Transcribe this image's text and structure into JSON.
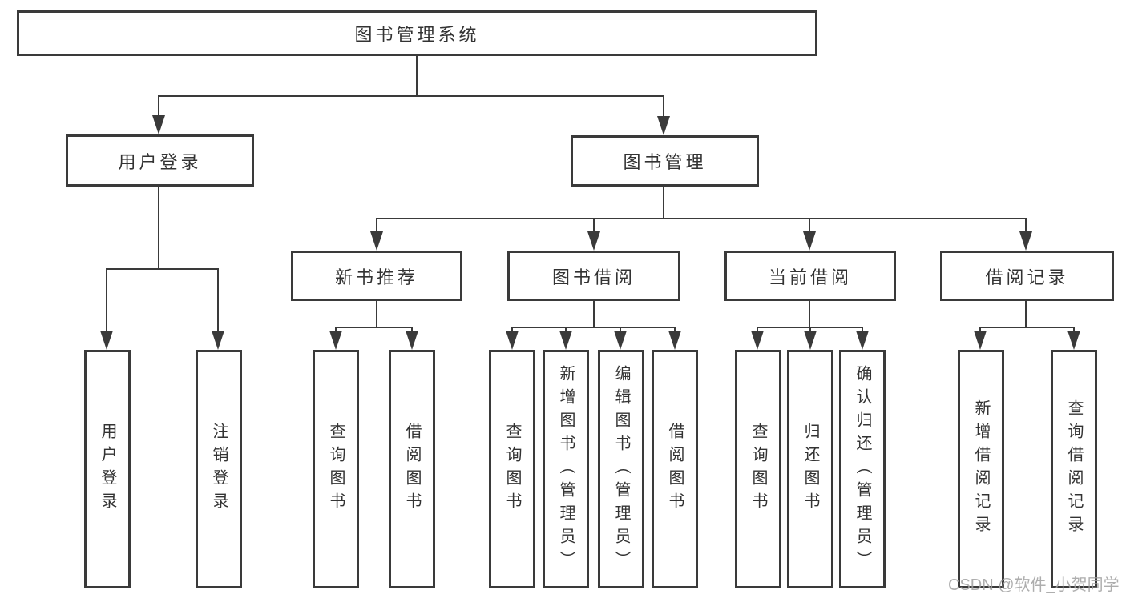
{
  "diagram": {
    "root": {
      "label": "图书管理系统"
    },
    "branches": [
      {
        "label": "用户登录",
        "children": [
          {
            "label": "用户登录"
          },
          {
            "label": "注销登录"
          }
        ]
      },
      {
        "label": "图书管理",
        "children": [
          {
            "label": "新书推荐",
            "children": [
              {
                "label": "查询图书"
              },
              {
                "label": "借阅图书"
              }
            ]
          },
          {
            "label": "图书借阅",
            "children": [
              {
                "label": "查询图书"
              },
              {
                "label": "新增图书（管理员）"
              },
              {
                "label": "编辑图书（管理员）"
              },
              {
                "label": "借阅图书"
              }
            ]
          },
          {
            "label": "当前借阅",
            "children": [
              {
                "label": "查询图书"
              },
              {
                "label": "归还图书"
              },
              {
                "label": "确认归还（管理员）"
              }
            ]
          },
          {
            "label": "借阅记录",
            "children": [
              {
                "label": "新增借阅记录"
              },
              {
                "label": "查询借阅记录"
              }
            ]
          }
        ]
      }
    ]
  },
  "watermark": {
    "text": "CSDN @软件_小贺同学"
  },
  "colors": {
    "line": "#3a3a3a",
    "text": "#333333",
    "watermark": "#a0a0a0",
    "background": "#ffffff"
  }
}
